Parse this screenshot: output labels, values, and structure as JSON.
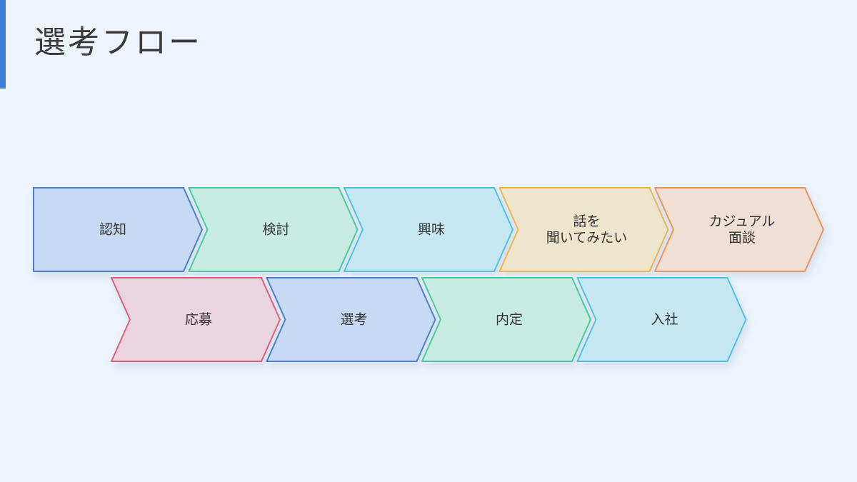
{
  "title": "選考フロー",
  "accent_color": "#3d7fd6",
  "steps": [
    {
      "lines": [
        "認知"
      ],
      "fill": "#c6daf3",
      "stroke": "#4a7fcb",
      "shape": "start"
    },
    {
      "lines": [
        "検討"
      ],
      "fill": "#c8ece2",
      "stroke": "#46c9a4",
      "shape": "chevron"
    },
    {
      "lines": [
        "興味"
      ],
      "fill": "#c6e7f2",
      "stroke": "#4cc3de",
      "shape": "chevron"
    },
    {
      "lines": [
        "話を",
        "聞いてみたい"
      ],
      "fill": "#ede5cc",
      "stroke": "#f1b64a",
      "shape": "chevron"
    },
    {
      "lines": [
        "カジュアル",
        "面談"
      ],
      "fill": "#f0dfd4",
      "stroke": "#ee9459",
      "shape": "chevron"
    },
    {
      "lines": [
        "応募"
      ],
      "fill": "#ead4e0",
      "stroke": "#de5d7c",
      "shape": "chevron"
    },
    {
      "lines": [
        "選考"
      ],
      "fill": "#c6daf3",
      "stroke": "#4a7fcb",
      "shape": "chevron"
    },
    {
      "lines": [
        "内定"
      ],
      "fill": "#c8ece2",
      "stroke": "#46c9a4",
      "shape": "chevron"
    },
    {
      "lines": [
        "入社"
      ],
      "fill": "#c6e7f2",
      "stroke": "#4cc3de",
      "shape": "chevron"
    }
  ]
}
